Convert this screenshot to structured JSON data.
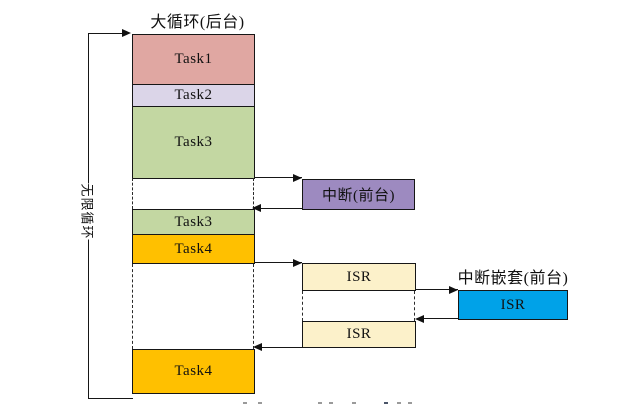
{
  "main_loop": {
    "title": "大循环(后台)",
    "loop_label": "无限循环",
    "blocks": [
      {
        "label": "Task1",
        "color": "#e0a7a2"
      },
      {
        "label": "Task2",
        "color": "#dbd5e8"
      },
      {
        "label": "Task3",
        "color": "#c3d7a2"
      },
      {
        "label": "Task3",
        "color": "#c3d7a2"
      },
      {
        "label": "Task4",
        "color": "#ffc000"
      },
      {
        "label": "Task4",
        "color": "#ffc000"
      }
    ]
  },
  "foreground": {
    "interrupt": {
      "label": "中断(前台)",
      "color": "#9d8ac0"
    },
    "isr_blocks": [
      {
        "label": "ISR",
        "color": "#fcf1ca"
      },
      {
        "label": "ISR",
        "color": "#fcf1ca"
      }
    ],
    "nested_title": "中断嵌套(前台)",
    "nested_isr": {
      "label": "ISR",
      "color": "#00a2e8"
    }
  },
  "line_color": "#161616"
}
